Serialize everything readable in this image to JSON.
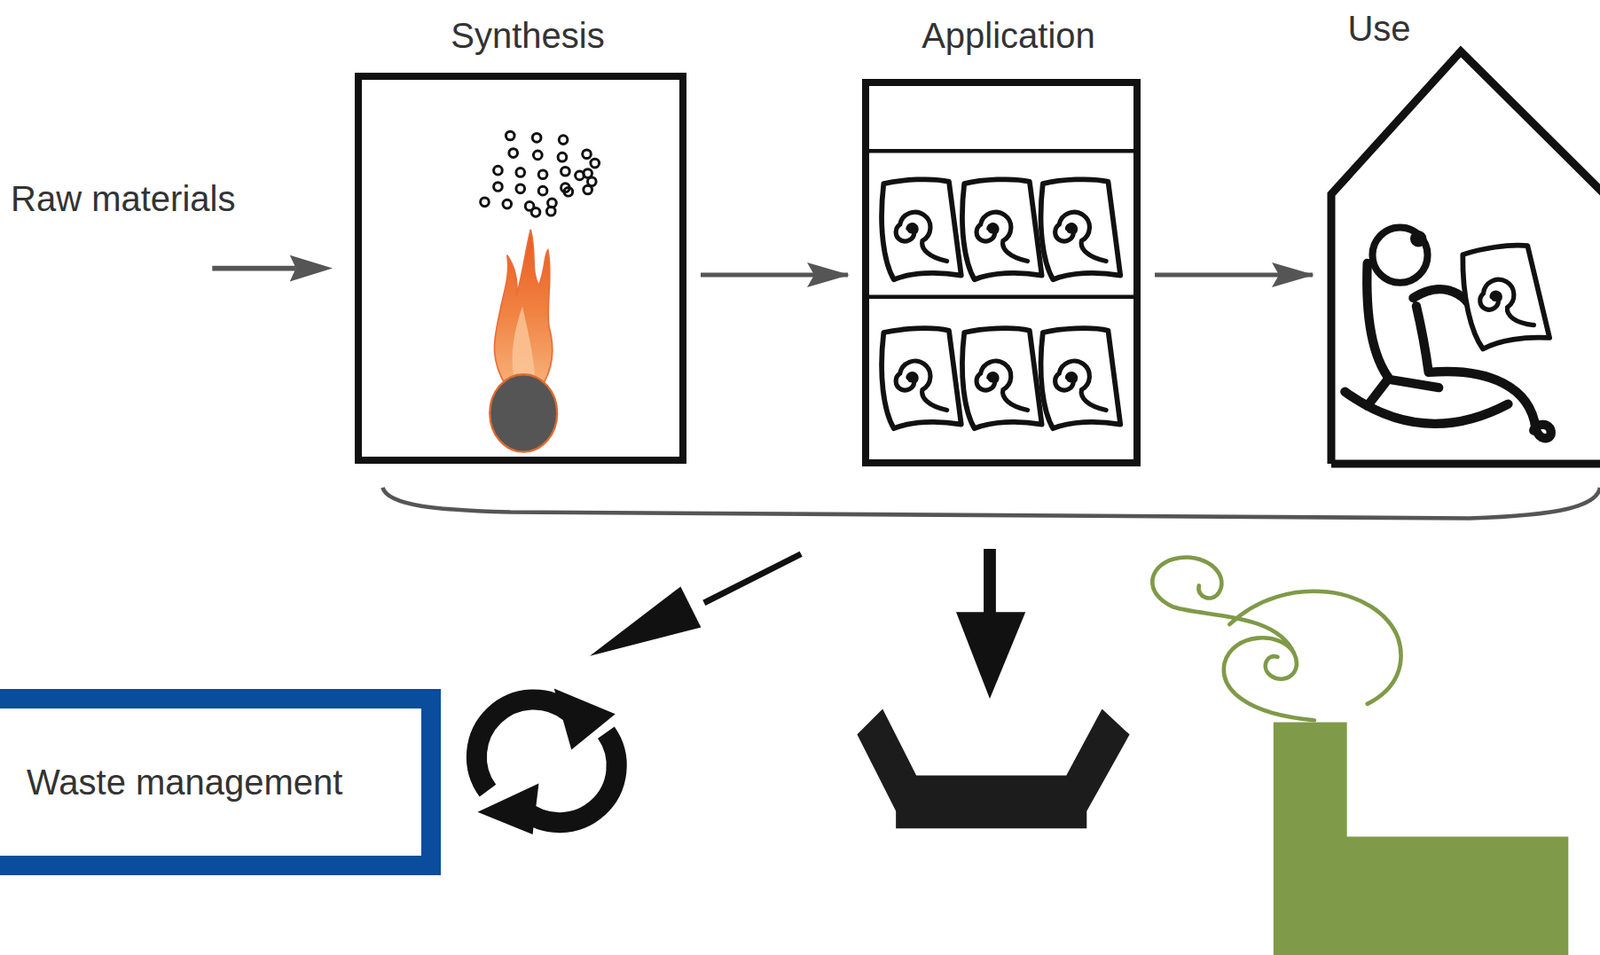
{
  "diagram": {
    "nodes": [
      {
        "text": [
          "Synthesis"
        ]
      },
      {
        "text": [
          "Application"
        ]
      },
      {
        "text": [
          "Use"
        ]
      },
      {
        "text": [
          "Waste management"
        ]
      }
    ],
    "edges": [
      {
        "from": 0,
        "to": 1,
        "arrow": "to"
      },
      {
        "from": 1,
        "to": 2,
        "arrow": "to"
      }
    ],
    "labels": [
      "Raw materials"
    ]
  }
}
